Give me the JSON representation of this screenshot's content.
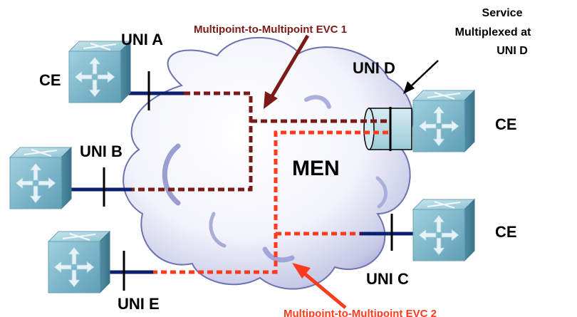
{
  "labels": {
    "uni_a": "UNI A",
    "uni_b": "UNI B",
    "uni_c": "UNI C",
    "uni_d": "UNI D",
    "uni_e": "UNI E",
    "ce_a": "CE",
    "ce_d": "CE",
    "ce_c": "CE",
    "network": "MEN",
    "evc1": "Multipoint-to-Multipoint EVC 1",
    "evc2": "Multipoint-to-Multipoint EVC 2",
    "service_note_line1": "Service",
    "service_note_line2": "Multiplexed at",
    "service_note_line3": "UNI D"
  },
  "colors": {
    "evc1": "#7b1a16",
    "evc2": "#ff3b1f",
    "uni_link": "#0d1f6e",
    "cloud_shade": "#5a5fa5",
    "device_face": "#7fb6c8",
    "device_arrow": "#e6f2f8",
    "tunnel": "#b8dbe6"
  },
  "icons": [
    "ce-router-icon",
    "network-cloud-icon",
    "service-tunnel-icon"
  ]
}
